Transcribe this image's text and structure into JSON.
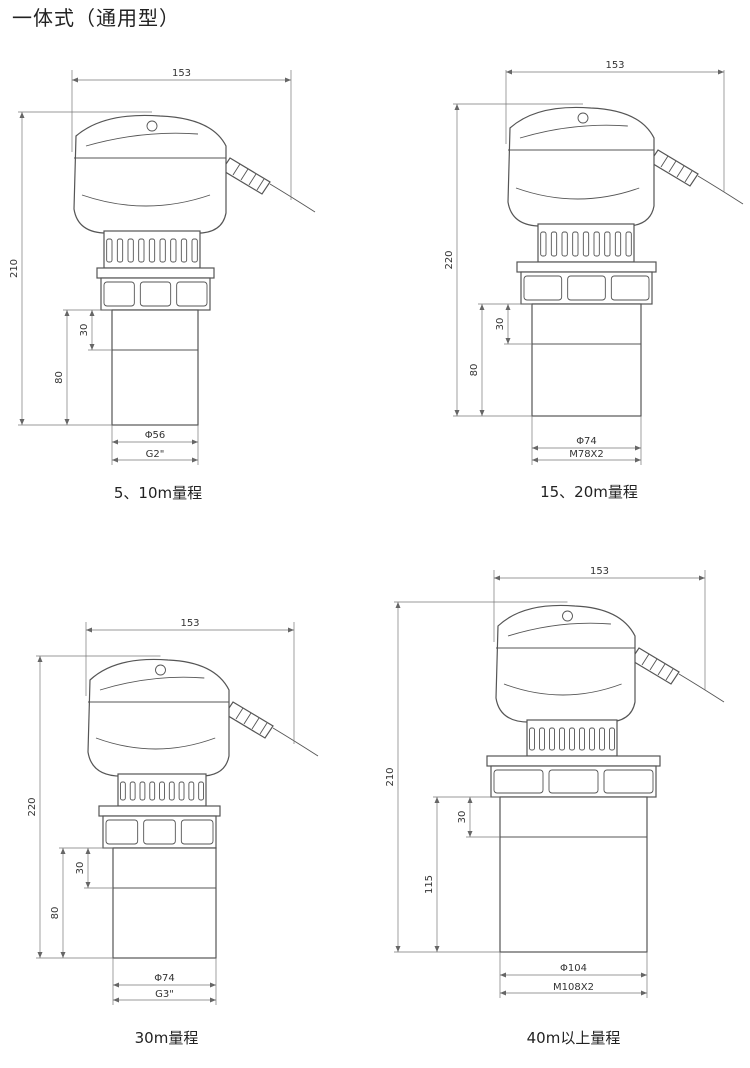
{
  "title": "一体式（通用型）",
  "variants": [
    {
      "caption": "5、10m量程",
      "width": "153",
      "height": "210",
      "probe_height": "80",
      "thread_length": "30",
      "diameter": "Φ56",
      "thread": "G2\""
    },
    {
      "caption": "15、20m量程",
      "width": "153",
      "height": "220",
      "probe_height": "80",
      "thread_length": "30",
      "diameter": "Φ74",
      "thread": "M78X2"
    },
    {
      "caption": "30m量程",
      "width": "153",
      "height": "220",
      "probe_height": "80",
      "thread_length": "30",
      "diameter": "Φ74",
      "thread": "G3\""
    },
    {
      "caption": "40m以上量程",
      "width": "153",
      "height": "210",
      "probe_height": "115",
      "thread_length": "30",
      "diameter": "Φ104",
      "thread": "M108X2"
    }
  ]
}
